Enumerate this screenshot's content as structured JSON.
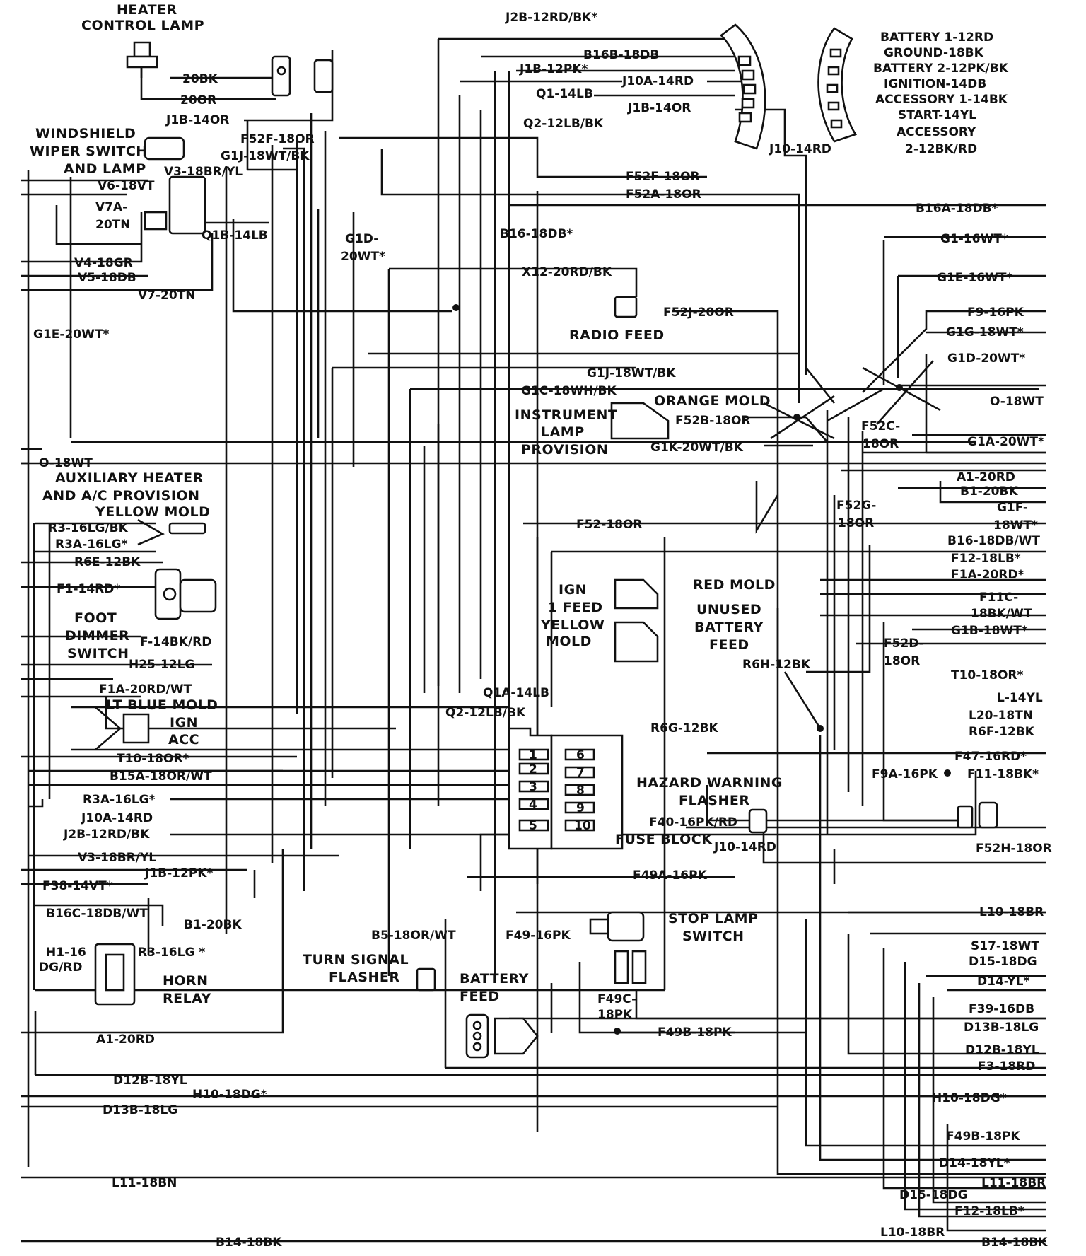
{
  "components": {
    "heater_control_lamp": [
      "HEATER",
      "CONTROL LAMP"
    ],
    "windshield_wiper": [
      "WINDSHIELD",
      "WIPER SWITCH",
      "AND LAMP"
    ],
    "radio_feed": "RADIO FEED",
    "orange_mold": "ORANGE MOLD",
    "instrument_lamp": [
      "INSTRUMENT",
      "LAMP",
      "PROVISION"
    ],
    "aux_heater": [
      "AUXILIARY HEATER",
      "AND A/C PROVISION",
      "YELLOW MOLD"
    ],
    "foot_dimmer": [
      "FOOT",
      "DIMMER",
      "SWITCH"
    ],
    "ign_feed": [
      "IGN",
      "1 FEED",
      "YELLOW",
      "MOLD"
    ],
    "red_mold": "RED MOLD",
    "unused_battery": [
      "UNUSED",
      "BATTERY",
      "FEED"
    ],
    "lt_blue_mold": "LT BLUE MOLD",
    "ign_acc": [
      "IGN",
      "ACC"
    ],
    "hazard_flasher": [
      "HAZARD WARNING",
      "FLASHER"
    ],
    "fuse_block": "FUSE BLOCK",
    "horn_relay": [
      "HORN",
      "RELAY"
    ],
    "turn_signal": [
      "TURN SIGNAL",
      "FLASHER"
    ],
    "battery_feed": [
      "BATTERY",
      "FEED"
    ],
    "stop_lamp": [
      "STOP LAMP",
      "SWITCH"
    ]
  },
  "fuse_numbers": [
    "1",
    "2",
    "3",
    "4",
    "5",
    "6",
    "7",
    "8",
    "9",
    "10"
  ],
  "ignition_switch_terminals": [
    "BATTERY 1-12RD",
    "GROUND-18BK",
    "BATTERY 2-12PK/BK",
    "IGNITION-14DB",
    "ACCESSORY 1-14BK",
    "START-14YL",
    "ACCESSORY",
    "2-12BK/RD"
  ],
  "wire_labels": {
    "top": [
      "20BK",
      "20OR",
      "J1B-14OR",
      "J2B-12RD/BK*",
      "B16B-18DB",
      "J1B-12PK*",
      "J10A-14RD",
      "Q1-14LB",
      "J1B-14OR",
      "Q2-12LB/BK",
      "F52F-18OR",
      "G1J-18WT/BK",
      "J10-14RD",
      "F52F-18OR",
      "F52A-18OR",
      "B16-18DB*",
      "G1D-",
      "20WT*",
      "X12-20RD/BK",
      "F52J-20OR",
      "G1J-18WT/BK",
      "G1C-18WH/BK",
      "F52B-18OR",
      "G1K-20WT/BK",
      "F52C-",
      "18OR",
      "F52-18OR",
      "F52G-",
      "18OR"
    ],
    "wiper": [
      "V3-18BR/YL",
      "V6-18VT",
      "V7A-",
      "20TN",
      "Q1B-14LB",
      "V4-18GR",
      "V5-18DB",
      "V7-20TN",
      "G1E-20WT*"
    ],
    "left": [
      "O-18WT",
      "R3-16LG/BK",
      "R3A-16LG*",
      "R6E-12BK",
      "F1-14RD*",
      "F-14BK/RD",
      "H25-12LG",
      "F1A-20RD/WT",
      "T10-18OR*",
      "B15A-18OR/WT",
      "R3A-16LG*",
      "J10A-14RD",
      "J2B-12RD/BK",
      "V3-18BR/YL",
      "J1B-12PK*",
      "F38-14VT*",
      "B16C-18DB/WT",
      "B1-20BK",
      "H1-16",
      "DG/RD",
      "R3-16LG *",
      "A1-20RD",
      "D12B-18YL",
      "H10-18DG*",
      "D13B-18LG",
      "L11-18BN",
      "B14-18BK"
    ],
    "center": [
      "Q1A-14LB",
      "Q2-12LB/BK",
      "R6H-12BK",
      "R6G-12BK",
      "F40-16PK/RD",
      "J10-14RD",
      "F49A-16PK",
      "F49-16PK",
      "B5-18OR/WT",
      "F49C-",
      "18PK",
      "F49B-18PK",
      "F52D-",
      "18OR",
      "F9A-16PK",
      "F52H-18OR"
    ],
    "right": [
      "B16A-18DB*",
      "G1-16WT*",
      "G1E-16WT*",
      "F9-16PK",
      "G1G-18WT*",
      "G1D-20WT*",
      "O-18WT",
      "G1A-20WT*",
      "A1-20RD",
      "B1-20BK",
      "G1F-",
      "18WT*",
      "B16-18DB/WT",
      "F12-18LB*",
      "F1A-20RD*",
      "F11C-",
      "18BK/WT",
      "G1B-18WT*",
      "T10-18OR*",
      "L-14YL",
      "L20-18TN",
      "R6F-12BK",
      "F47-16RD*",
      "F11-18BK*",
      "L10-18BR",
      "S17-18WT",
      "D15-18DG",
      "D14-YL*",
      "F39-16DB",
      "D13B-18LG",
      "D12B-18YL",
      "F3-18RD",
      "H10-18DG*",
      "F49B-18PK",
      "D14-18YL*",
      "L11-18BR",
      "D15-18DG",
      "F12-18LB*",
      "L10-18BR",
      "B14-18BK"
    ]
  }
}
